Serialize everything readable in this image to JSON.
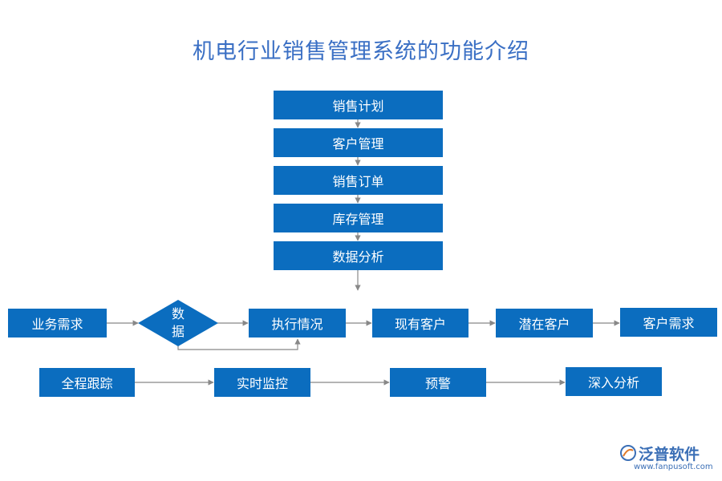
{
  "title": "机电行业销售管理系统的功能介绍",
  "flow_vertical": [
    "销售计划",
    "客户管理",
    "销售订单",
    "库存管理",
    "数据分析"
  ],
  "flow_row1": {
    "start": "业务需求",
    "decision": [
      "数",
      "据"
    ],
    "steps": [
      "执行情况",
      "现有客户",
      "潜在客户",
      "客户需求"
    ]
  },
  "flow_row2": [
    "全程跟踪",
    "实时监控",
    "预警",
    "深入分析"
  ],
  "logo": {
    "name": "泛普软件",
    "url": "www.fanpusoft.com"
  },
  "colors": {
    "box": "#0b6dbf",
    "title": "#3a6fc4",
    "line": "#888888"
  }
}
